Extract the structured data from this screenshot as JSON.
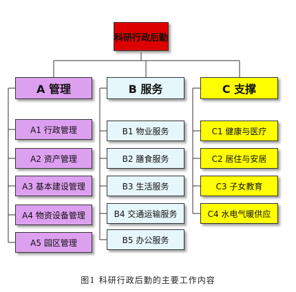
{
  "root": {
    "label": "科研行政后勤",
    "color": "#dd0000"
  },
  "categories": [
    {
      "label": "A 管理",
      "color": "#dda0f0",
      "items": [
        "A1 行政管理",
        "A2 资产管理",
        "A3 基本建设管理",
        "A4 物资设备管理",
        "A5 园区管理"
      ]
    },
    {
      "label": "B 服务",
      "color": "#e6f7fb",
      "items": [
        "B1 物业服务",
        "B2 膳食服务",
        "B3 生活服务",
        "B4 交通运输服务",
        "B5 办公服务"
      ]
    },
    {
      "label": "C 支撑",
      "color": "#ffff00",
      "items": [
        "C1 健康与医疗",
        "C2 居住与安居",
        "C3 子女教育",
        "C4 水电气暖供应"
      ]
    }
  ],
  "caption": "图1  科研行政后勤的主要工作内容"
}
